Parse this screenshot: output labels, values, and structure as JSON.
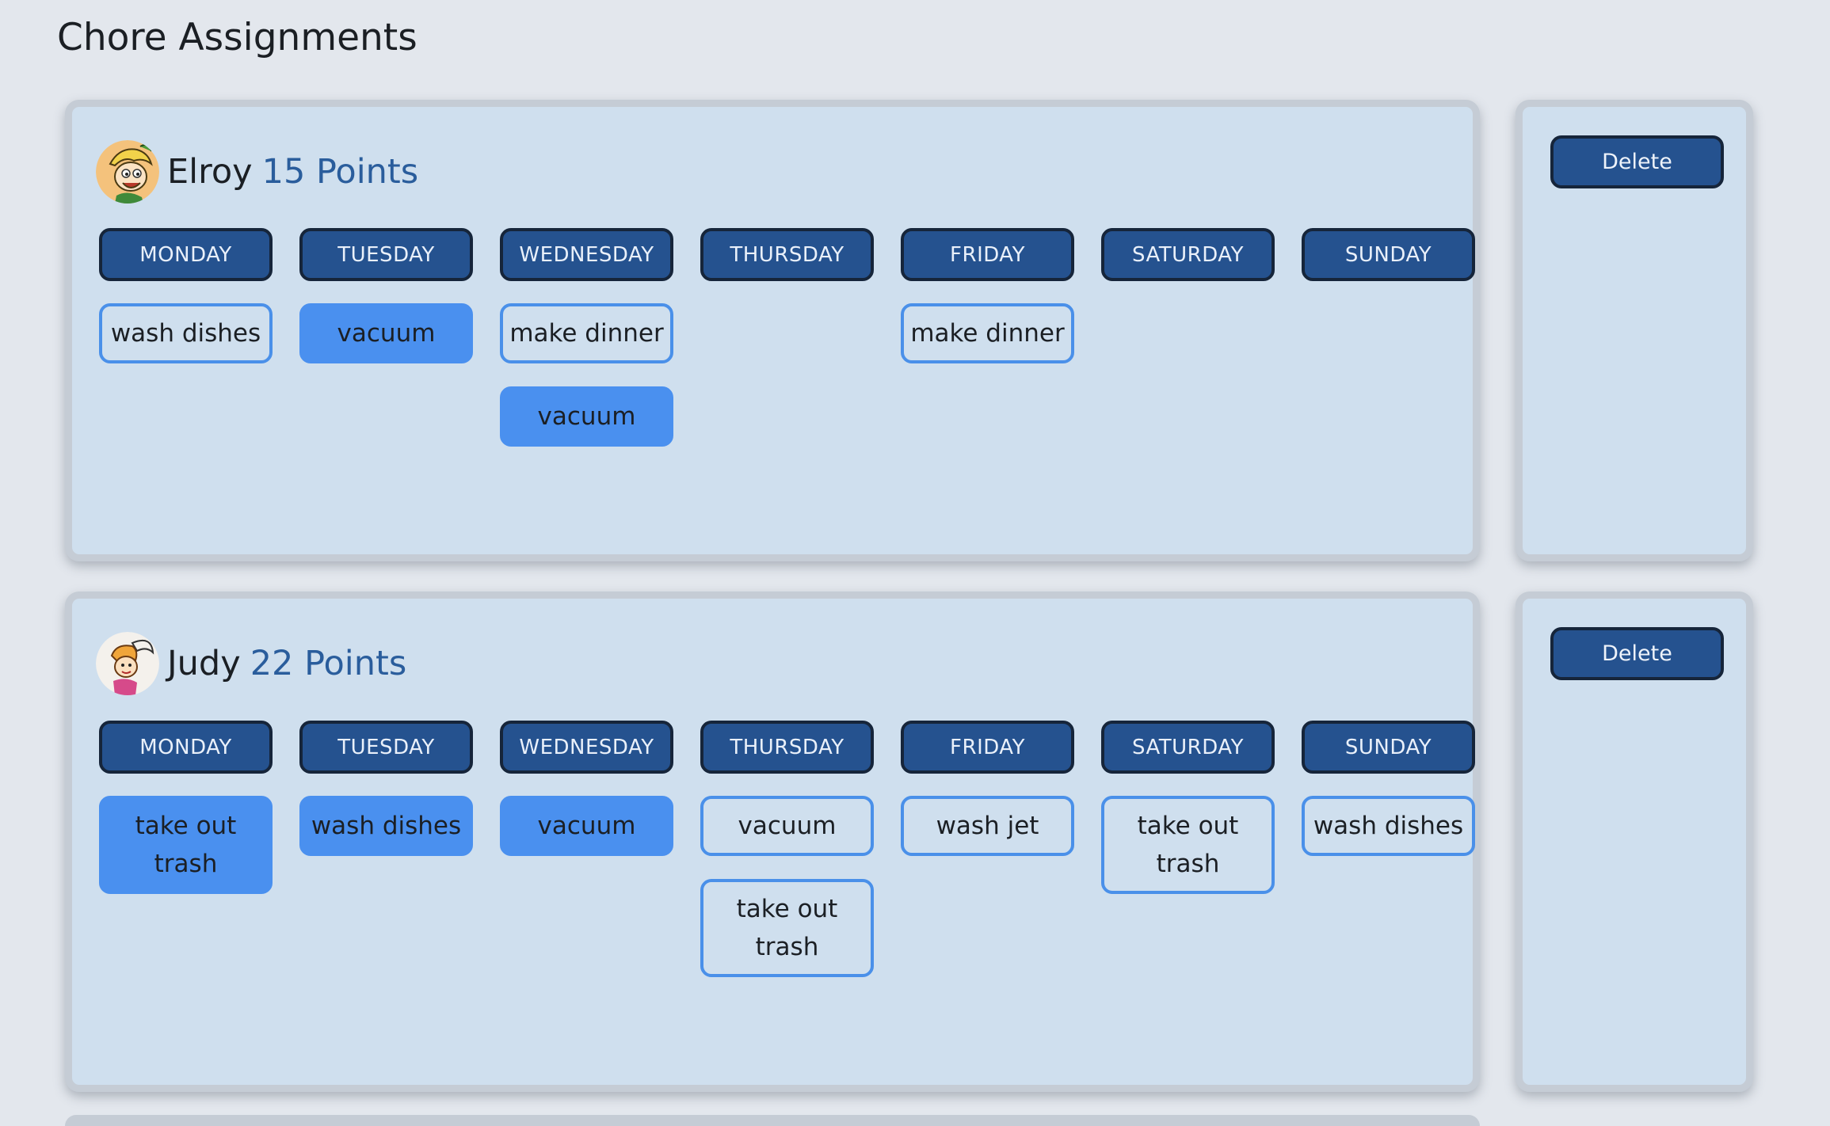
{
  "page": {
    "title": "Chore Assignments"
  },
  "colors": {
    "dayButton": "#25528f",
    "choreDone": "#4a90ef",
    "choreBorder": "#4a90e9",
    "points": "#2a5d9c",
    "cardBg": "#cfdfee"
  },
  "people": [
    {
      "name": "Elroy",
      "points": "15 Points",
      "avatar_icon": "elroy-cartoon-avatar",
      "delete_label": "Delete",
      "days": [
        {
          "day": "MONDAY",
          "chores": [
            {
              "label": "wash dishes",
              "done": false
            }
          ]
        },
        {
          "day": "TUESDAY",
          "chores": [
            {
              "label": "vacuum",
              "done": true
            }
          ]
        },
        {
          "day": "WEDNESDAY",
          "chores": [
            {
              "label": "make dinner",
              "done": false
            },
            {
              "label": "vacuum",
              "done": true
            }
          ]
        },
        {
          "day": "THURSDAY",
          "chores": []
        },
        {
          "day": "FRIDAY",
          "chores": [
            {
              "label": "make dinner",
              "done": false
            }
          ]
        },
        {
          "day": "SATURDAY",
          "chores": []
        },
        {
          "day": "SUNDAY",
          "chores": []
        }
      ]
    },
    {
      "name": "Judy",
      "points": "22 Points",
      "avatar_icon": "judy-cartoon-avatar",
      "delete_label": "Delete",
      "days": [
        {
          "day": "MONDAY",
          "chores": [
            {
              "label": "take out trash",
              "done": true
            }
          ]
        },
        {
          "day": "TUESDAY",
          "chores": [
            {
              "label": "wash dishes",
              "done": true
            }
          ]
        },
        {
          "day": "WEDNESDAY",
          "chores": [
            {
              "label": "vacuum",
              "done": true
            }
          ]
        },
        {
          "day": "THURSDAY",
          "chores": [
            {
              "label": "vacuum",
              "done": false
            },
            {
              "label": "take out trash",
              "done": false
            }
          ]
        },
        {
          "day": "FRIDAY",
          "chores": [
            {
              "label": "wash jet",
              "done": false
            }
          ]
        },
        {
          "day": "SATURDAY",
          "chores": [
            {
              "label": "take out trash",
              "done": false
            }
          ]
        },
        {
          "day": "SUNDAY",
          "chores": [
            {
              "label": "wash dishes",
              "done": false
            }
          ]
        }
      ]
    }
  ]
}
